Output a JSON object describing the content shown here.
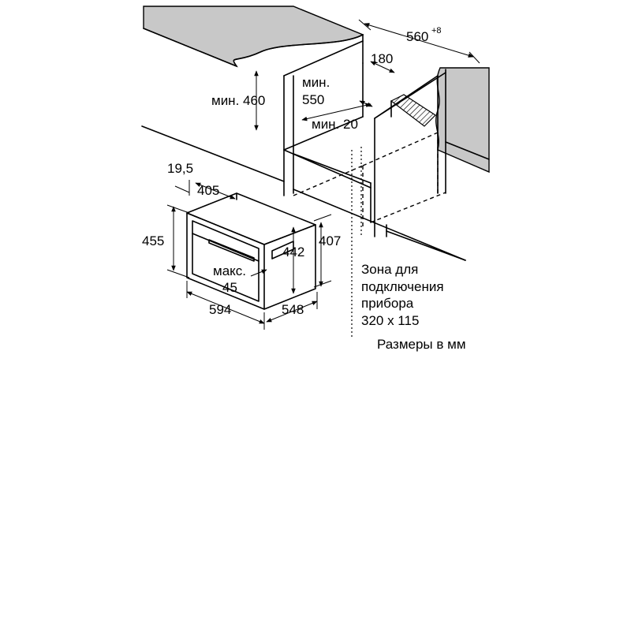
{
  "dimensions": {
    "niche_width": "560",
    "niche_width_tol": "+8",
    "rear_gap": "180",
    "min_height_label": "мин. 460",
    "min_depth_prefix": "мин.",
    "min_depth_value": "550",
    "min_gap_label": "мин. 20",
    "front_offset": "19,5",
    "inner_width": "405",
    "total_height": "455",
    "inner_height": "442",
    "body_height": "407",
    "max_label": "макс.",
    "max_value": "45",
    "total_width": "594",
    "total_depth": "548"
  },
  "connection_zone": {
    "line1": "Зона для",
    "line2": "подключения",
    "line3": "прибора",
    "line4": "320 x 115"
  },
  "units_note": "Размеры в мм"
}
